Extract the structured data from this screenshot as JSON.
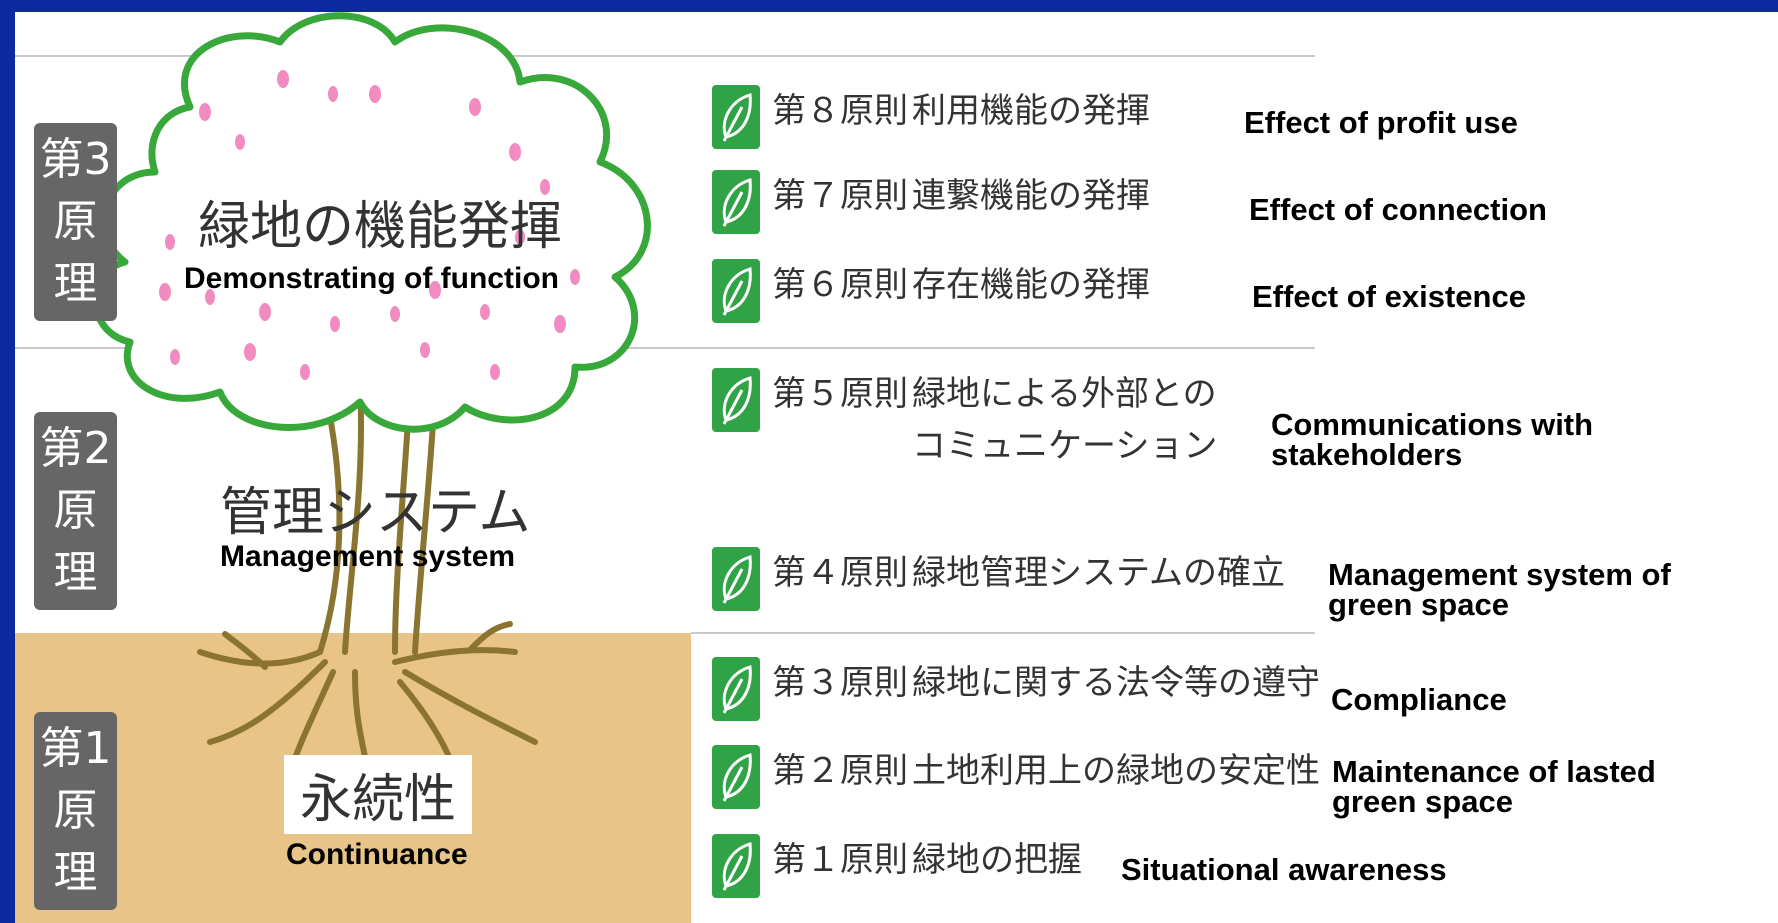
{
  "tiers": [
    {
      "label": "第3\n原理",
      "title_ja": "緑地の機能発揮",
      "title_en": "Demonstrating of function"
    },
    {
      "label": "第2\n原理",
      "title_ja": "管理システム",
      "title_en": "Management system"
    },
    {
      "label": "第1\n原理",
      "title_ja": "永続性",
      "title_en": "Continuance"
    }
  ],
  "principles": [
    {
      "number": "第８原則",
      "text": "利用機能の発揮",
      "en": "Effect of profit use"
    },
    {
      "number": "第７原則",
      "text": "連繋機能の発揮",
      "en": "Effect of connection"
    },
    {
      "number": "第６原則",
      "text": "存在機能の発揮",
      "en": "Effect of  existence"
    },
    {
      "number": "第５原則",
      "text": "緑地による外部との",
      "text2": "コミュニケーション",
      "en": "Communications with",
      "en2": "stakeholders"
    },
    {
      "number": "第４原則",
      "text": "緑地管理システムの確立",
      "en": "Management system of",
      "en2": "green space"
    },
    {
      "number": "第３原則",
      "text": "緑地に関する法令等の遵守",
      "en": "Compliance"
    },
    {
      "number": "第２原則",
      "text": "土地利用上の緑地の安定性",
      "en": "Maintenance of lasted",
      "en2": "green space"
    },
    {
      "number": "第１原則",
      "text": "緑地の把握",
      "en": "Situational awareness"
    }
  ],
  "colors": {
    "background": "#0a2a9e",
    "leaf": "#2fa346",
    "band": "#e8c488",
    "label_box": "#666666",
    "tree_outline": "#39a83a",
    "trunk": "#8a7430",
    "blossom": "#f28cc0"
  }
}
